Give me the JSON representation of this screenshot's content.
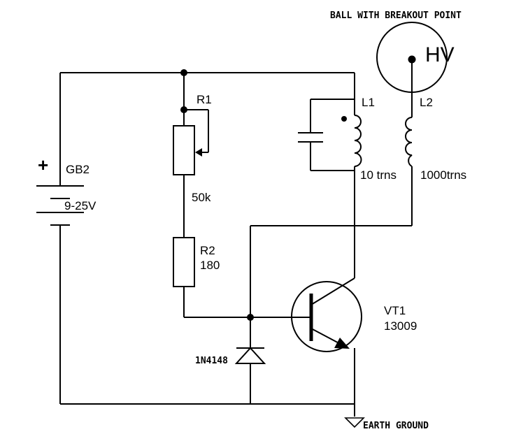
{
  "header": {
    "title": "BALL WITH BREAKOUT POINT",
    "hv_label": "HV"
  },
  "battery": {
    "name": "GB2",
    "voltage": "9-25V",
    "polarity": "+"
  },
  "r1": {
    "name": "R1",
    "value": "50k"
  },
  "r2": {
    "name": "R2",
    "value": "180"
  },
  "l1": {
    "name": "L1",
    "turns": "10 trns"
  },
  "l2": {
    "name": "L2",
    "turns": "1000trns"
  },
  "transistor": {
    "name": "VT1",
    "part": "13009"
  },
  "diode": {
    "part": "1N4148"
  },
  "ground": {
    "label": "EARTH GROUND"
  }
}
